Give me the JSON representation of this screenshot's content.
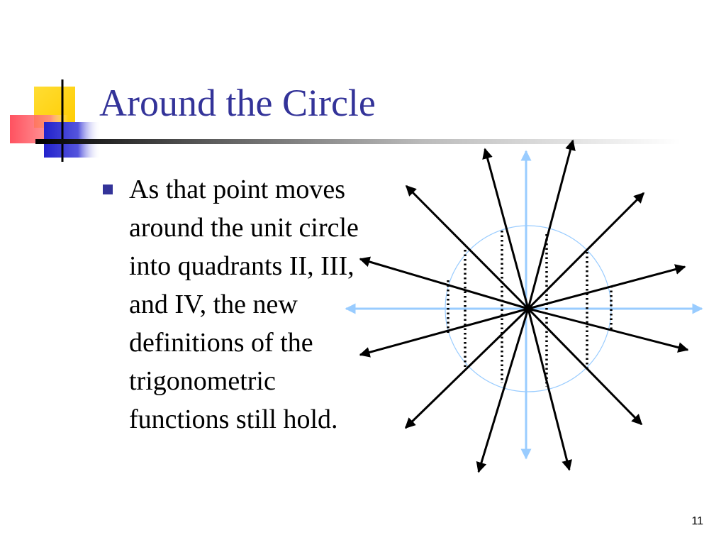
{
  "slide": {
    "title": "Around the Circle",
    "bullets": [
      "As that point moves around the unit circle into quadrants II, III, and IV, the new definitions of the trigonometric functions still hold."
    ],
    "slide_number": "11"
  },
  "colors": {
    "title": "#333399",
    "bullet": "#333399",
    "axis": "#99ccff",
    "circle": "#99ccff",
    "ray": "#000000",
    "logo_yellow": "#ffcc00",
    "logo_red": "#ff3333",
    "logo_blue": "#3333cc"
  },
  "diagram": {
    "description_icon": "unit-circle-rays-icon"
  }
}
